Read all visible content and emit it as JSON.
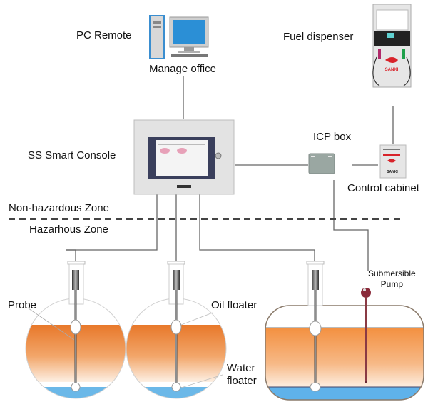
{
  "labels": {
    "pc_remote": "PC Remote",
    "manage_office": "Manage office",
    "fuel_dispenser": "Fuel dispenser",
    "smart_console": "SS Smart Console",
    "icp_box": "ICP box",
    "control_cabinet": "Control cabinet",
    "non_hazardous_zone": "Non-hazardous Zone",
    "hazardous_zone": "Hazarhous Zone",
    "probe": "Probe",
    "oil_floater": "Oil floater",
    "water_floater_line1": "Water",
    "water_floater_line2": "floater",
    "submersible_pump_line1": "Submersible",
    "submersible_pump_line2": "Pump"
  },
  "brand": {
    "dispenser_logo": "SANKI",
    "cabinet_logo": "SANKI"
  },
  "colors": {
    "oil": "#e97a2c",
    "oil_light": "#fbe3cf",
    "water": "#6bb8e8",
    "wire": "#555555",
    "pc_blue": "#2b8fd6",
    "pump": "#8a2a3a",
    "brand_red": "#d8232a"
  }
}
